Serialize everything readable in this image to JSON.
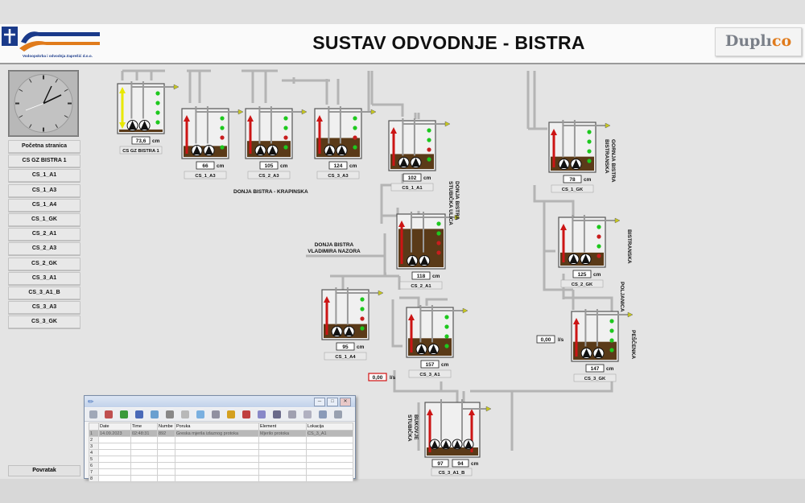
{
  "header": {
    "title": "SUSTAV ODVODNJE - BISTRA",
    "company_caption": "Vodoopskrba i odvodnja Zaprešić d.o.o.",
    "brand_left": "Duplı",
    "brand_right": "co"
  },
  "nav": {
    "items": [
      "Početna stranica",
      "CS GZ BISTRA 1",
      "CS_1_A1",
      "CS_1_A3",
      "CS_1_A4",
      "CS_1_GK",
      "CS_2_A1",
      "CS_2_A3",
      "CS_2_GK",
      "CS_3_A1",
      "CS_3_A1_B",
      "CS_3_A3",
      "CS_3_GK"
    ],
    "back_label": "Povratak"
  },
  "stations": [
    {
      "name": "CS GZ BISTRA 1",
      "value": "73,6",
      "unit": "cm"
    },
    {
      "name": "CS_1_A3",
      "value": "66",
      "unit": "cm"
    },
    {
      "name": "CS_2_A3",
      "value": "105",
      "unit": "cm"
    },
    {
      "name": "CS_3_A3",
      "value": "124",
      "unit": "cm"
    },
    {
      "name": "CS_1_A1",
      "value": "102",
      "unit": "cm"
    },
    {
      "name": "CS_2_A1",
      "value": "118",
      "unit": "cm"
    },
    {
      "name": "CS_1_A4",
      "value": "95",
      "unit": "cm"
    },
    {
      "name": "CS_3_A1",
      "value": "157",
      "unit": "cm"
    },
    {
      "name": "CS_1_GK",
      "value": "78",
      "unit": "cm"
    },
    {
      "name": "CS_2_GK",
      "value": "125",
      "unit": "cm"
    },
    {
      "name": "CS_3_GK",
      "value": "147",
      "unit": "cm"
    },
    {
      "name": "CS_3_A1_B",
      "value": "97",
      "value2": "94",
      "unit": "cm"
    }
  ],
  "flows": [
    {
      "value": "0,00",
      "unit": "l/s",
      "state": "alarm"
    },
    {
      "value": "0,00",
      "unit": "l/s",
      "state": "normal"
    }
  ],
  "map_labels": {
    "donja_bistra_krapinska": "DONJA BISTRA - KRAPINSKA",
    "vladimira_nazora_1": "DONJA BISTRA",
    "vladimira_nazora_2": "VLADIMIRA NAZORA",
    "stubicka_1": "DONJA BISTRA",
    "stubicka_2": "STUBIČKA ULICA",
    "gornja_1": "GORNJA BISTRA",
    "gornja_2": "BISTRANSKA",
    "bistranska": "BISTRANSKA",
    "poljanica": "POLJANICA",
    "pescenka": "PEŠČENKA",
    "bukovje_1": "BUKOVJE",
    "bukovje_2": "STUBIČKA"
  },
  "alarm_window": {
    "columns": [
      "Date",
      "Time",
      "Numbe",
      "Poruka",
      "Element",
      "Lokacija"
    ],
    "rows": [
      {
        "n": "1",
        "date": "14.09.2023",
        "time": "02:48:31",
        "number": "892",
        "message": "Greska mjerila izlaznog protoka",
        "element": "Mjerilo protoka",
        "location": "CS_3_A1"
      },
      {
        "n": "2",
        "date": "",
        "time": "",
        "number": "",
        "message": "",
        "element": "",
        "location": ""
      },
      {
        "n": "3",
        "date": "",
        "time": "",
        "number": "",
        "message": "",
        "element": "",
        "location": ""
      },
      {
        "n": "4",
        "date": "",
        "time": "",
        "number": "",
        "message": "",
        "element": "",
        "location": ""
      },
      {
        "n": "5",
        "date": "",
        "time": "",
        "number": "",
        "message": "",
        "element": "",
        "location": ""
      },
      {
        "n": "6",
        "date": "",
        "time": "",
        "number": "",
        "message": "",
        "element": "",
        "location": ""
      },
      {
        "n": "7",
        "date": "",
        "time": "",
        "number": "",
        "message": "",
        "element": "",
        "location": ""
      },
      {
        "n": "8",
        "date": "",
        "time": "",
        "number": "",
        "message": "",
        "element": "",
        "location": ""
      }
    ]
  },
  "colors": {
    "sludge": "#5a3a18",
    "level_arrow": "#cc1515",
    "led_green": "#1ec81e",
    "led_red": "#c81e1e",
    "pipe": "#b4b4b4",
    "outflow_arrow": "#c8c81e",
    "brand_blue": "#1a3a8a",
    "brand_orange": "#e07b1c"
  }
}
